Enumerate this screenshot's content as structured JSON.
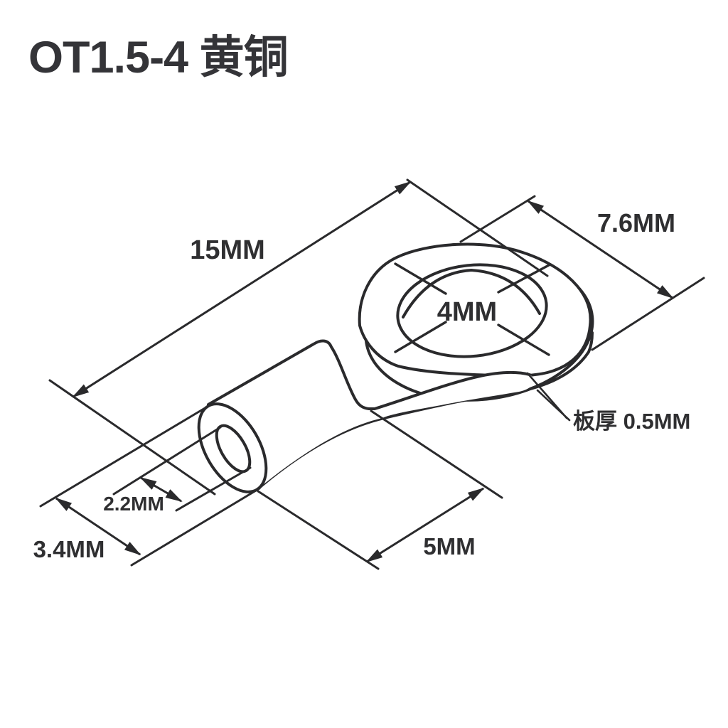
{
  "title": "OT1.5-4 黄铜",
  "colors": {
    "background": "#ffffff",
    "line": "#2a2a2c",
    "label_text": "#2f2f31",
    "title_text": "#343438"
  },
  "drawing": {
    "type": "dimensioned engineering drawing",
    "subject": "ring terminal lug (isometric view)",
    "labels": {
      "overall_length": "15MM",
      "ring_outer_width": "7.6MM",
      "hole_diameter": "4MM",
      "plate_thickness": "板厚 0.5MM",
      "barrel_inner_diameter": "2.2MM",
      "barrel_outer_diameter": "3.4MM",
      "barrel_length": "5MM"
    }
  }
}
